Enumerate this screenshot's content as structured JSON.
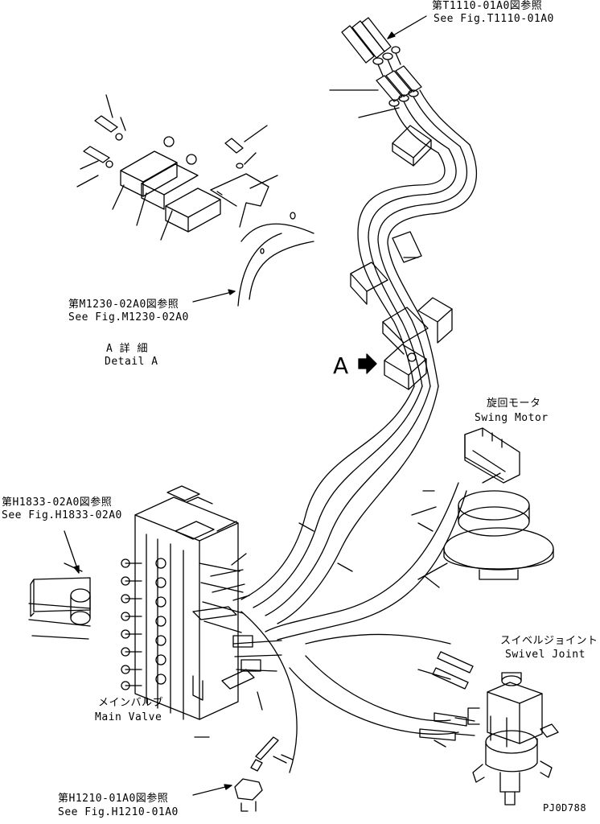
{
  "callouts": {
    "ref_t1110": {
      "jp": "第T1110-01A0図参照",
      "en": "See Fig.T1110-01A0"
    },
    "ref_m1230": {
      "jp": "第M1230-02A0図参照",
      "en": "See Fig.M1230-02A0"
    },
    "detail_a": {
      "jp": "A 詳 細",
      "en": "Detail A"
    },
    "view_a": {
      "letter": "A"
    },
    "swing_motor": {
      "jp": "旋回モータ",
      "en": "Swing Motor"
    },
    "ref_h1833": {
      "jp": "第H1833-02A0図参照",
      "en": "See Fig.H1833-02A0"
    },
    "swivel_joint": {
      "jp": "スイベルジョイント",
      "en": "Swivel Joint"
    },
    "main_valve": {
      "jp": "メインバルブ",
      "en": "Main Valve"
    },
    "ref_h1210": {
      "jp": "第H1210-01A0図参照",
      "en": "See Fig.H1210-01A0"
    }
  },
  "drawing_code": "PJ0D788"
}
